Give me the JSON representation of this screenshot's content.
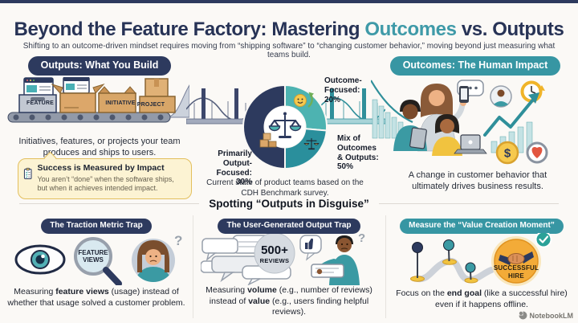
{
  "header": {
    "title_prefix": "Beyond the Feature Factory: Mastering ",
    "title_highlight": "Outcomes",
    "title_suffix": " vs. Outputs",
    "subtitle": "Shifting to an outcome-driven mindset requires moving from “shipping software” to “changing customer behavior,” moving beyond just measuring what teams build."
  },
  "colors": {
    "navy": "#2d3a5e",
    "teal": "#3796a3",
    "teal_light": "#4db3b1",
    "yellow": "#f1c33f",
    "orange": "#f3ab38",
    "callout_bg": "#fcf3d3",
    "callout_border": "#e3bf5d"
  },
  "outputs_section": {
    "pill": "Outputs: What You Build",
    "conveyor_labels": [
      "FEATURE",
      "INITIATIVE",
      "PROJECT"
    ],
    "caption": "Initiatives, features, or projects your team\nproduces and ships to users.",
    "callout_title": "Success is Measured by Impact",
    "callout_body": "You aren’t “done” when the software ships, but when it achieves intended impact."
  },
  "outcomes_section": {
    "pill": "Outcomes: The Human Impact",
    "caption": "A change in customer behavior that\nultimately drives business results."
  },
  "chart_data": {
    "type": "pie",
    "title": "Current state of product teams based on the CDH Benchmark survey.",
    "categories": [
      "Outcome-Focused",
      "Mix of Outcomes & Outputs",
      "Primarily Output-Focused"
    ],
    "values": [
      20,
      50,
      30
    ],
    "colors": [
      "#4db3b1",
      "#2a8f9c",
      "#2d3a5e"
    ],
    "legend_position": "around-donut",
    "labels": {
      "outcome_focused": "Outcome-\nFocused:\n20%",
      "mix": "Mix of\nOutcomes\n& Outputs:\n50%",
      "output_focused": "Primarily\nOutput-Focused:\n30%"
    },
    "caption": "Current state of product teams based on the\nCDH Benchmark survey."
  },
  "spotting": {
    "heading": "Spotting “Outputs in Disguise”",
    "cards": [
      {
        "pill": "The Traction Metric Trap",
        "magnifier_label": "FEATURE\nVIEWS",
        "desc_parts": [
          "Measuring ",
          "feature views",
          " (usage) instead of whether that usage solved a customer problem."
        ]
      },
      {
        "pill": "The User-Generated Output Trap",
        "badge_number": "500+",
        "badge_label": "REVIEWS",
        "desc_parts": [
          "Measuring ",
          "volume",
          " (e.g., number of reviews) instead of ",
          "value",
          " (e.g., users finding helpful reviews)."
        ]
      },
      {
        "pill": "Measure the “Value Creation Moment”",
        "goal_label": "SUCCESSFUL\nHIRE",
        "desc_parts": [
          "Focus on the ",
          "end goal",
          " (like a successful hire) even if it happens offline."
        ]
      }
    ]
  },
  "watermark": "NotebookLM"
}
